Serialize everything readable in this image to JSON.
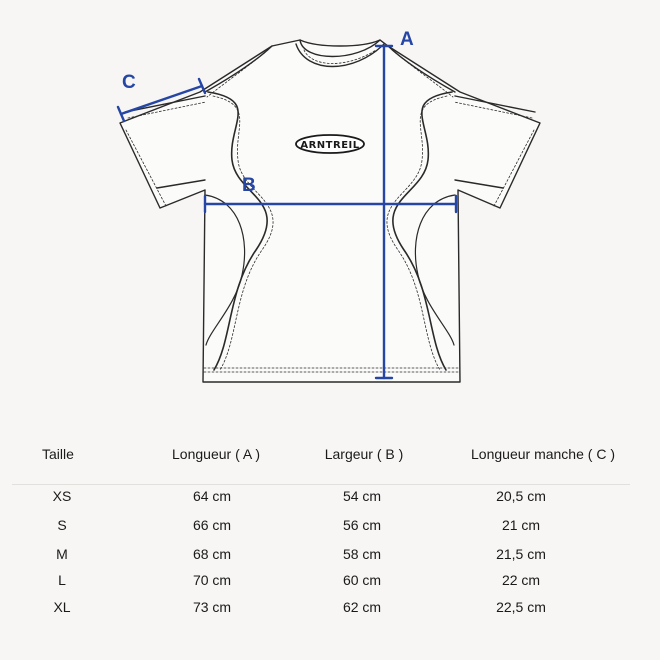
{
  "logo_text": "ARNTREIL",
  "labels": {
    "a": "A",
    "b": "B",
    "c": "C"
  },
  "colors": {
    "measure": "#2546a4",
    "outline": "#2a2a2a",
    "background": "#f7f6f4"
  },
  "table": {
    "headers": [
      "Taille",
      "Longueur ( A )",
      "Largeur ( B )",
      "Longueur manche ( C )"
    ],
    "rows": [
      [
        "XS",
        "64 cm",
        "54 cm",
        "20,5 cm"
      ],
      [
        "S",
        "66 cm",
        "56 cm",
        "21 cm"
      ],
      [
        "M",
        "68 cm",
        "58 cm",
        "21,5 cm"
      ],
      [
        "L",
        "70 cm",
        "60 cm",
        "22 cm"
      ],
      [
        "XL",
        "73 cm",
        "62 cm",
        "22,5 cm"
      ]
    ]
  }
}
